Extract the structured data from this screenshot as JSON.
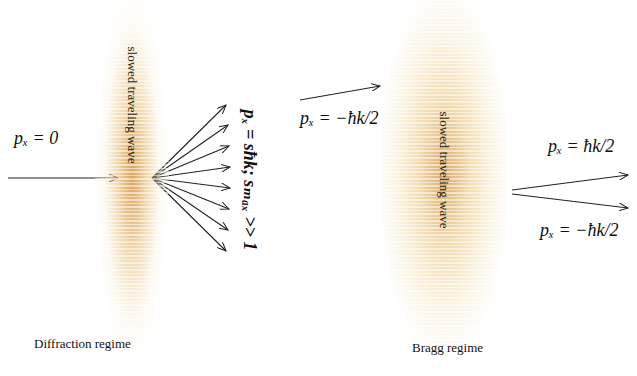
{
  "diagram": {
    "nodes": [
      {
        "text": [
          "slowed traveling wave"
        ]
      },
      {
        "text": [
          "slowed traveling wave"
        ]
      }
    ],
    "labels": [
      "pₓ = 0",
      "pₓ = sħk; sₘₐₓ >> 1",
      "pₓ = −ħk/2",
      "pₓ = ħk/2",
      "pₓ = −ħk/2",
      "Diffraction regime",
      "Bragg regime"
    ]
  }
}
